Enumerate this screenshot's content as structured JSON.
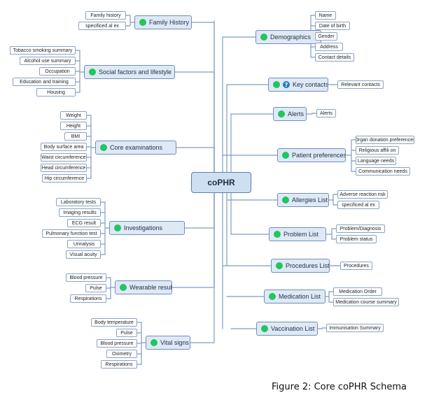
{
  "center": "coPHR",
  "caption": "Figure 2: Core coPHR Schema",
  "colors": {
    "dot": "#22c55e",
    "line": "#7f9cc3",
    "node_bg": "#dfe9f6"
  },
  "left_branches": [
    {
      "title": "Family History",
      "leaves": [
        "Family history",
        "specificed al ex"
      ]
    },
    {
      "title": "Social factors and lifestyle",
      "leaves": [
        "Tobacco smoking summary",
        "Alcohol use summary",
        "Occupation",
        "Education and training",
        "Housing"
      ]
    },
    {
      "title": "Core examinations",
      "leaves": [
        "Weight",
        "Height",
        "BMI",
        "Body surface area",
        "Waist circumference",
        "Head circumference",
        "Hip circumference"
      ]
    },
    {
      "title": "Investigations",
      "leaves": [
        "Laboratory tests",
        "Imaging results",
        "ECG result",
        "Pulmonary function test",
        "Urinalysis",
        "Visual acuity"
      ]
    },
    {
      "title": "Wearable results",
      "leaves": [
        "Blood pressure",
        "Pulse",
        "Respirations"
      ]
    },
    {
      "title": "Vital signs",
      "leaves": [
        "Body temperature",
        "Pulse",
        "Blood pressure",
        "Oximetry",
        "Respirations"
      ]
    }
  ],
  "right_branches": [
    {
      "title": "Demographics",
      "leaves": [
        "Name",
        "Date of birth",
        "Gender",
        "Address",
        "Contact details"
      ]
    },
    {
      "title": "Key contacts",
      "icon": "question-icon",
      "leaves": [
        "Relevant contacts"
      ]
    },
    {
      "title": "Alerts",
      "leaves": [
        "Alerts"
      ]
    },
    {
      "title": "Patient preferences",
      "leaves": [
        "Organ donation preferences",
        "Religious affili on",
        "Language needs",
        "Communication needs"
      ]
    },
    {
      "title": "Allergies List",
      "leaves": [
        "Adverse reaction risk",
        "specificed al ex"
      ]
    },
    {
      "title": "Problem List",
      "leaves": [
        "Problem/Diagnosis",
        "Problem status"
      ]
    },
    {
      "title": "Procedures List",
      "leaves": [
        "Procedures"
      ]
    },
    {
      "title": "Medication List",
      "leaves": [
        "Medication Order",
        "Medication course summary"
      ]
    },
    {
      "title": "Vaccination List",
      "leaves": [
        "Immunisation Summary"
      ]
    }
  ]
}
